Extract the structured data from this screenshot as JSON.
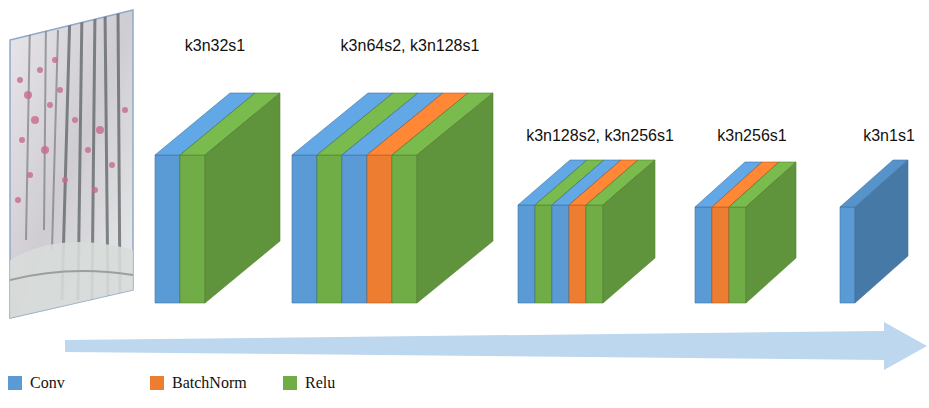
{
  "diagram": {
    "nodes": [
      {
        "text": [
          "k3n32s1"
        ]
      },
      {
        "text": [
          "k3n64s2, k3n128s1"
        ]
      },
      {
        "text": [
          "k3n128s2, k3n256s1"
        ]
      },
      {
        "text": [
          "k3n256s1"
        ]
      },
      {
        "text": [
          "k3n1s1"
        ]
      }
    ],
    "legend": [
      {
        "text": "Conv",
        "color": "#5b9bd5"
      },
      {
        "text": "BatchNorm",
        "color": "#ed7d31"
      },
      {
        "text": "Relu",
        "color": "#70ad47"
      }
    ]
  }
}
